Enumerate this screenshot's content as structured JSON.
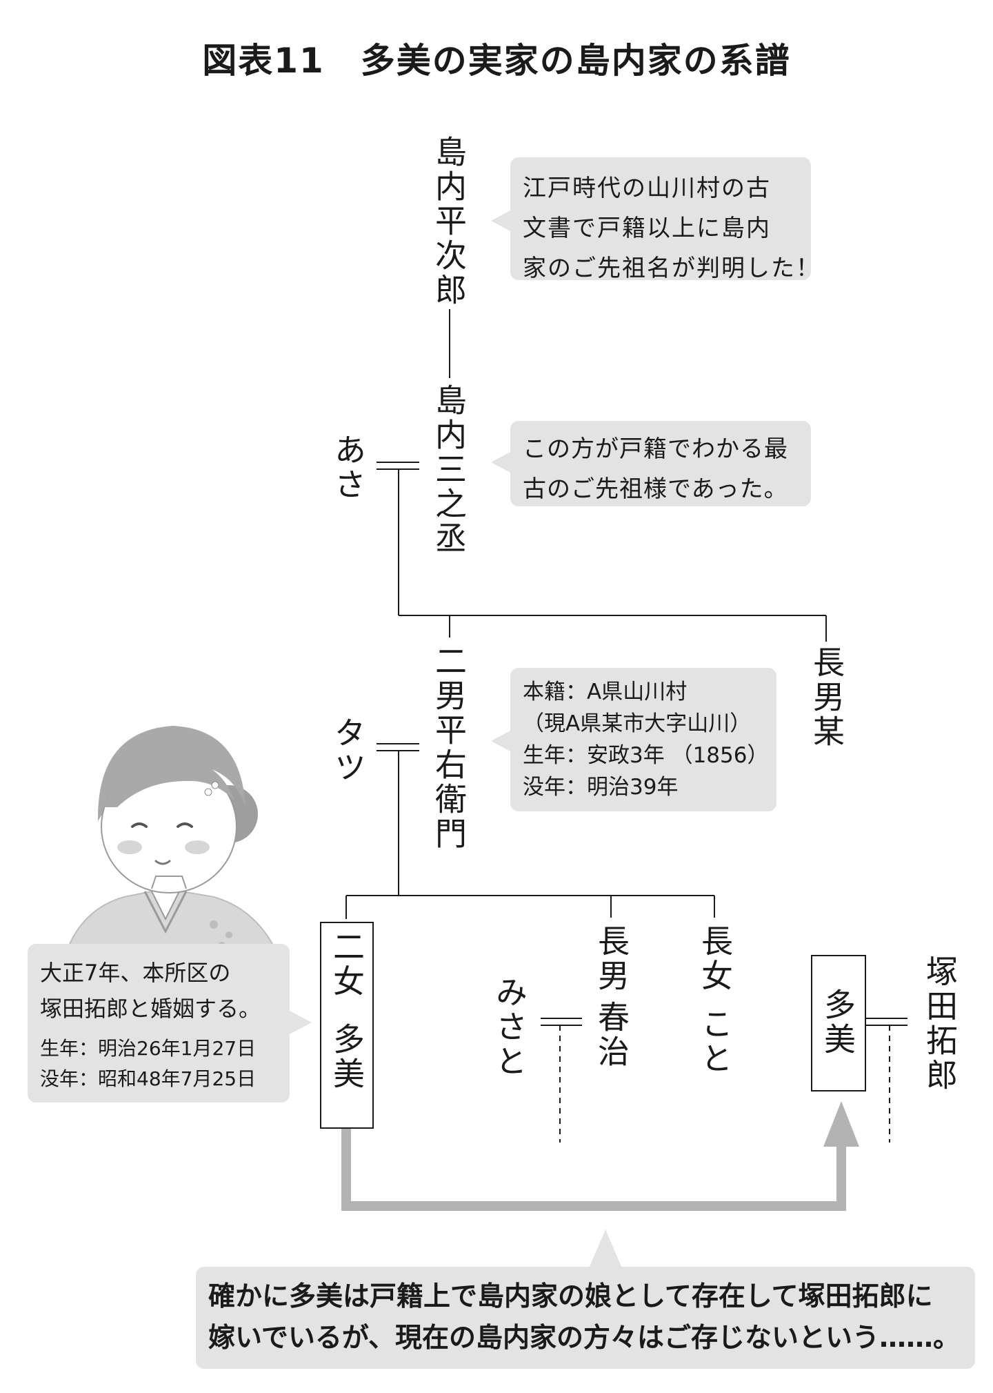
{
  "title": "図表11　多美の実家の島内家の系譜",
  "people": {
    "heiji": "島内平次郎",
    "sannojo": "島内三之丞",
    "asa": "あさ",
    "jinan_label": "二男",
    "heiemon": "平右衛門",
    "tatsu": "タツ",
    "chonan_label": "長男",
    "bo": "某",
    "jijo_label": "二女",
    "tami": "多美",
    "haruji_label": "長男",
    "haruji": "春治",
    "misato": "みさと",
    "choujo_label": "長女",
    "koto": "こと",
    "tami_boxed": "多美",
    "takuro": "塚田拓郎"
  },
  "notes": {
    "note1": [
      "江戸時代の山川村の古",
      "文書で戸籍以上に島内",
      "家のご先祖名が判明した！"
    ],
    "note2": [
      "この方が戸籍でわかる最",
      "古のご先祖様であった。"
    ],
    "note3": [
      "本籍：A県山川村",
      "（現A県某市大字山川）",
      "生年：安政3年 （1856）",
      "没年：明治39年"
    ],
    "note4_main": [
      "大正7年、本所区の",
      "塚田拓郎と婚姻する。"
    ],
    "note4_dates": [
      "生年：明治26年1月27日",
      "没年：昭和48年7月25日"
    ],
    "note5": [
      "確かに多美は戸籍上で島内家の娘として存在して塚田拓郎に",
      "嫁いでいるが、現在の島内家の方々はご存じないという……。"
    ]
  },
  "colors": {
    "bubble": "#e3e3e3",
    "arrow": "#b3b3b3",
    "line": "#1a1a1a"
  },
  "icons": [
    "woman-in-kimono-illustration"
  ]
}
